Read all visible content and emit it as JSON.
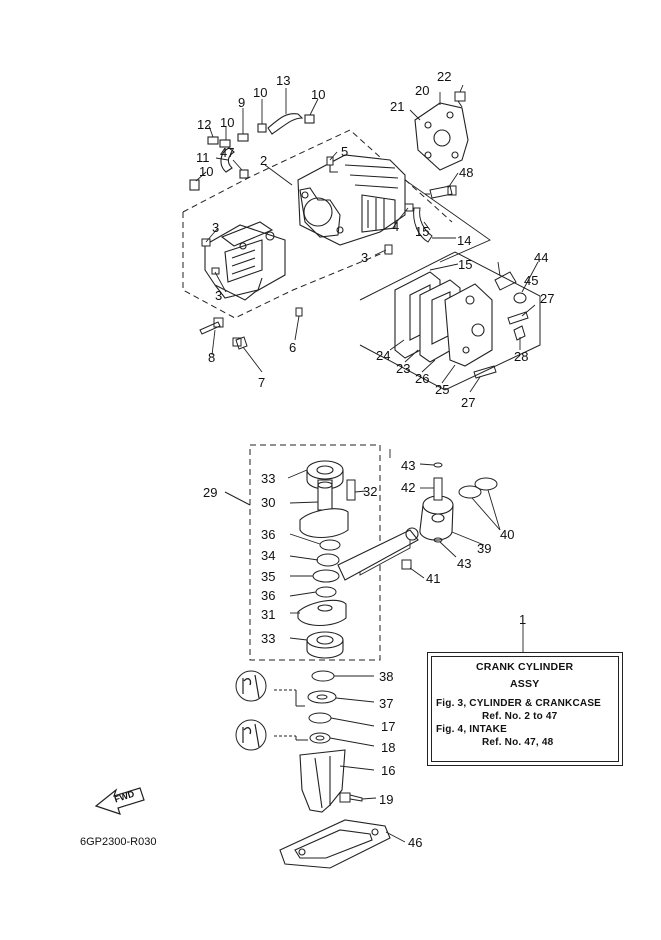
{
  "diagram": {
    "callouts": [
      {
        "id": "c1",
        "text": "1"
      },
      {
        "id": "c2",
        "text": "2"
      },
      {
        "id": "c3a",
        "text": "3"
      },
      {
        "id": "c3b",
        "text": "3"
      },
      {
        "id": "c3c",
        "text": "3"
      },
      {
        "id": "c4",
        "text": "4"
      },
      {
        "id": "c5",
        "text": "5"
      },
      {
        "id": "c6",
        "text": "6"
      },
      {
        "id": "c7",
        "text": "7"
      },
      {
        "id": "c8",
        "text": "8"
      },
      {
        "id": "c9",
        "text": "9"
      },
      {
        "id": "c10a",
        "text": "10"
      },
      {
        "id": "c10b",
        "text": "10"
      },
      {
        "id": "c10c",
        "text": "10"
      },
      {
        "id": "c10d",
        "text": "10"
      },
      {
        "id": "c11",
        "text": "11"
      },
      {
        "id": "c12",
        "text": "12"
      },
      {
        "id": "c13",
        "text": "13"
      },
      {
        "id": "c14",
        "text": "14"
      },
      {
        "id": "c15a",
        "text": "15"
      },
      {
        "id": "c15b",
        "text": "15"
      },
      {
        "id": "c16",
        "text": "16"
      },
      {
        "id": "c17",
        "text": "17"
      },
      {
        "id": "c18",
        "text": "18"
      },
      {
        "id": "c19",
        "text": "19"
      },
      {
        "id": "c20",
        "text": "20"
      },
      {
        "id": "c21",
        "text": "21"
      },
      {
        "id": "c22",
        "text": "22"
      },
      {
        "id": "c23",
        "text": "23"
      },
      {
        "id": "c24",
        "text": "24"
      },
      {
        "id": "c25",
        "text": "25"
      },
      {
        "id": "c26",
        "text": "26"
      },
      {
        "id": "c27a",
        "text": "27"
      },
      {
        "id": "c27b",
        "text": "27"
      },
      {
        "id": "c28",
        "text": "28"
      },
      {
        "id": "c29",
        "text": "29"
      },
      {
        "id": "c30",
        "text": "30"
      },
      {
        "id": "c31",
        "text": "31"
      },
      {
        "id": "c32",
        "text": "32"
      },
      {
        "id": "c33a",
        "text": "33"
      },
      {
        "id": "c33b",
        "text": "33"
      },
      {
        "id": "c34",
        "text": "34"
      },
      {
        "id": "c35",
        "text": "35"
      },
      {
        "id": "c36a",
        "text": "36"
      },
      {
        "id": "c36b",
        "text": "36"
      },
      {
        "id": "c37",
        "text": "37"
      },
      {
        "id": "c38",
        "text": "38"
      },
      {
        "id": "c39",
        "text": "39"
      },
      {
        "id": "c40",
        "text": "40"
      },
      {
        "id": "c41",
        "text": "41"
      },
      {
        "id": "c42",
        "text": "42"
      },
      {
        "id": "c43a",
        "text": "43"
      },
      {
        "id": "c43b",
        "text": "43"
      },
      {
        "id": "c44",
        "text": "44"
      },
      {
        "id": "c45",
        "text": "45"
      },
      {
        "id": "c46",
        "text": "46"
      },
      {
        "id": "c47",
        "text": "47"
      },
      {
        "id": "c48",
        "text": "48"
      }
    ],
    "legend": {
      "line1": "CRANK CYLINDER",
      "line2": "ASSY",
      "line3": "Fig. 3, CYLINDER & CRANKCASE",
      "line4": "Ref. No. 2 to 47",
      "line5": "Fig. 4, INTAKE",
      "line6": "Ref. No. 47, 48"
    },
    "fwd_label": "FWD",
    "drawing_code": "6GP2300-R030"
  }
}
